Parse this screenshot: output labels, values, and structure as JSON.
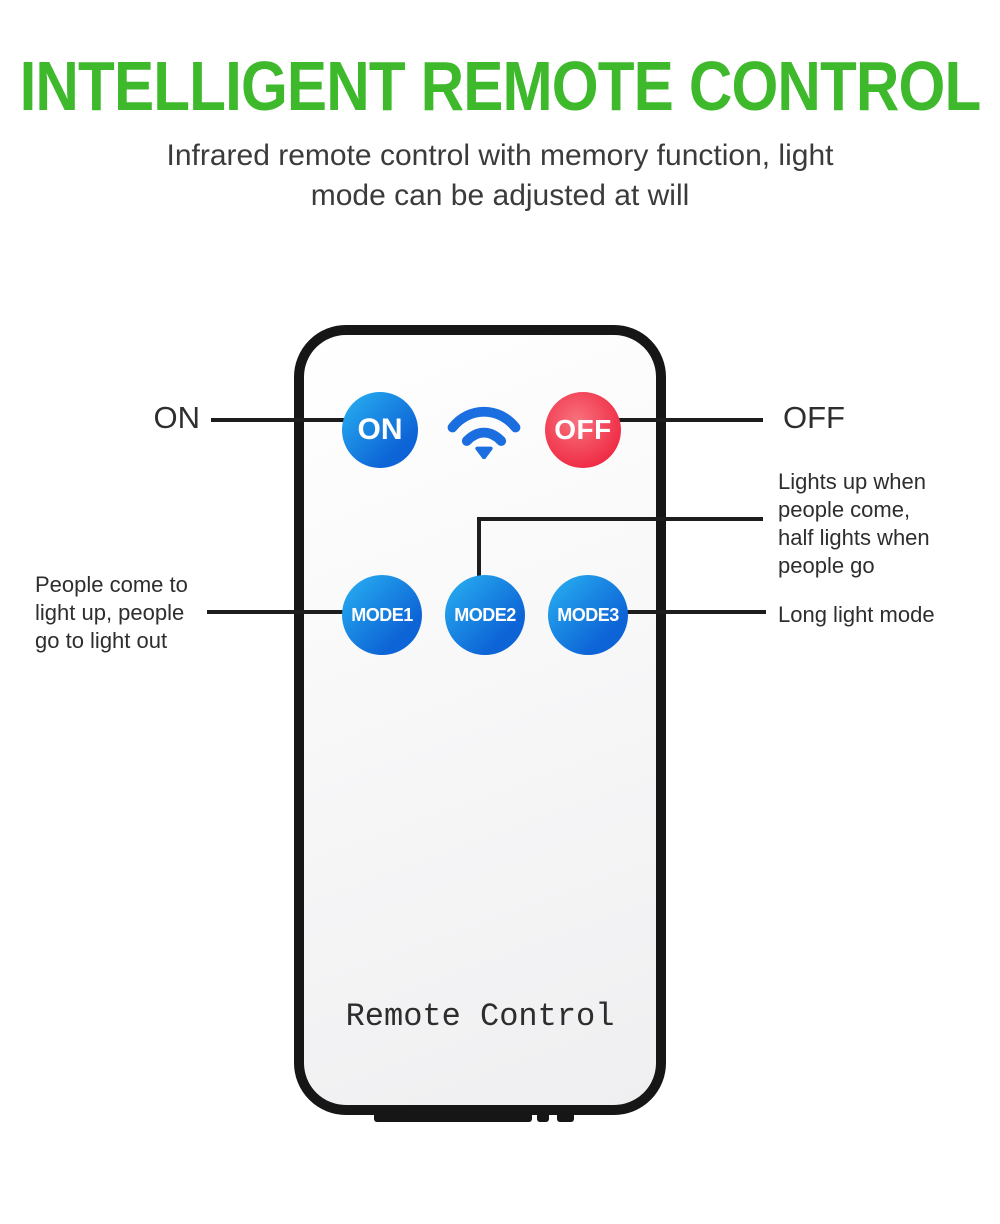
{
  "header": {
    "title": "INTELLIGENT REMOTE CONTROL",
    "subtitle_line1": "Infrared remote control with memory function, light",
    "subtitle_line2": "mode can be adjusted at will"
  },
  "remote": {
    "on_button_label": "ON",
    "off_button_label": "OFF",
    "mode_buttons": [
      {
        "label": "MODE1"
      },
      {
        "label": "MODE2"
      },
      {
        "label": "MODE3"
      }
    ],
    "brand_label": "Remote Control"
  },
  "callouts": {
    "on": "ON",
    "off": "OFF",
    "mode1_lines": [
      "People come to",
      "light up, people",
      "go to light out"
    ],
    "mode2_lines": [
      "Lights up when",
      "people come,",
      "half lights when",
      "people go"
    ],
    "mode3": "Long light mode"
  },
  "icons": {
    "wifi": "ir-signal-wifi"
  },
  "colors": {
    "title_green": "#3eb92c",
    "button_blue": "#0d64d6",
    "button_red": "#ef2b44",
    "wifi_blue": "#1a6ee0",
    "line_black": "#1d1d1d"
  }
}
